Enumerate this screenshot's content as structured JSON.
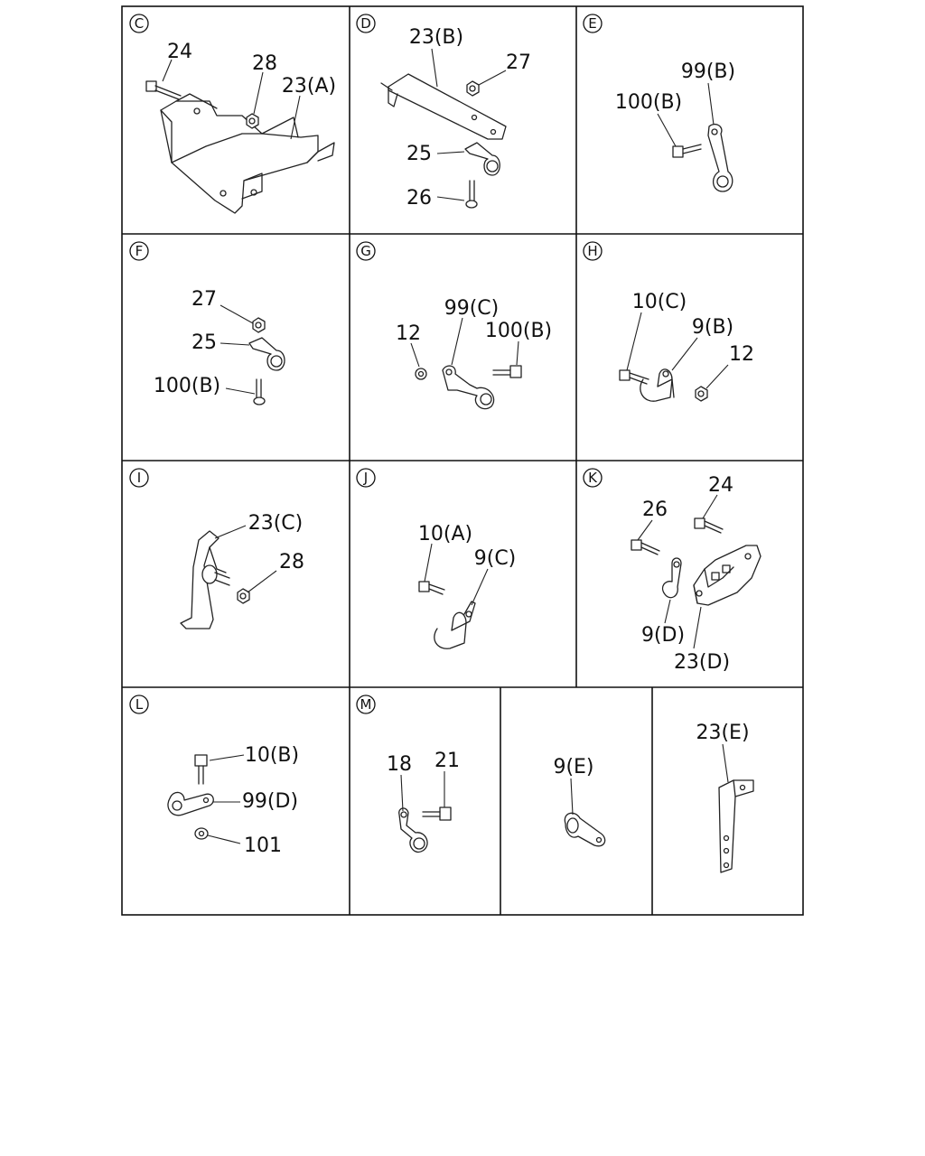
{
  "panels": [
    {
      "id": "C",
      "labels": [
        "24",
        "28",
        "23(A)"
      ]
    },
    {
      "id": "D",
      "labels": [
        "23(B)",
        "27",
        "25",
        "26"
      ]
    },
    {
      "id": "E",
      "labels": [
        "99(B)",
        "100(B)"
      ]
    },
    {
      "id": "F",
      "labels": [
        "27",
        "25",
        "100(B)"
      ]
    },
    {
      "id": "G",
      "labels": [
        "99(C)",
        "12",
        "100(B)"
      ]
    },
    {
      "id": "H",
      "labels": [
        "10(C)",
        "9(B)",
        "12"
      ]
    },
    {
      "id": "I",
      "labels": [
        "23(C)",
        "28"
      ]
    },
    {
      "id": "J",
      "labels": [
        "10(A)",
        "9(C)"
      ]
    },
    {
      "id": "K",
      "labels": [
        "24",
        "26",
        "9(D)",
        "23(D)"
      ]
    },
    {
      "id": "L",
      "labels": [
        "10(B)",
        "99(D)",
        "101"
      ]
    },
    {
      "id": "M",
      "labels": [
        "18",
        "21"
      ]
    },
    {
      "id": "",
      "labels": [
        "9(E)"
      ]
    },
    {
      "id": "",
      "labels": [
        "23(E)"
      ]
    }
  ]
}
